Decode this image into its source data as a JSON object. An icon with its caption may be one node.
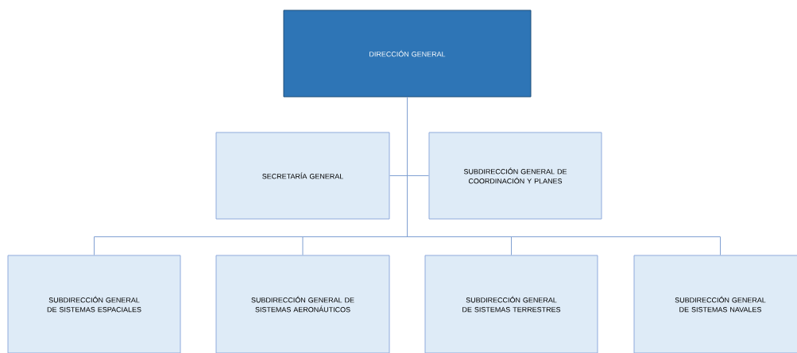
{
  "diagram": {
    "nodes": [
      {
        "text": [
          "DIRECCIÓN GENERAL"
        ]
      },
      {
        "text": [
          "SECRETARÍA GENERAL"
        ]
      },
      {
        "text": [
          "SUBDIRECCIÓN GENERAL DE COORDINACIÓN Y PLANES"
        ]
      },
      {
        "text": [
          "SUBDIRECCIÓN GENERAL DE SISTEMAS ESPACIALES"
        ]
      },
      {
        "text": [
          "SUBDIRECCIÓN GENERAL DE SISTEMAS AERONÁUTICOS"
        ]
      },
      {
        "text": [
          "SUBDIRECCIÓN GENERAL DE SISTEMAS TERRESTRES"
        ]
      },
      {
        "text": [
          "SUBDIRECCIÓN GENERAL DE SISTEMAS NAVALES"
        ]
      }
    ],
    "edges": [
      {
        "from": 0,
        "to": 1,
        "arrow": "none"
      },
      {
        "from": 0,
        "to": 2,
        "arrow": "none"
      },
      {
        "from": 0,
        "to": 3,
        "arrow": "none"
      },
      {
        "from": 0,
        "to": 4,
        "arrow": "none"
      },
      {
        "from": 0,
        "to": 5,
        "arrow": "none"
      },
      {
        "from": 0,
        "to": 6,
        "arrow": "none"
      }
    ]
  }
}
